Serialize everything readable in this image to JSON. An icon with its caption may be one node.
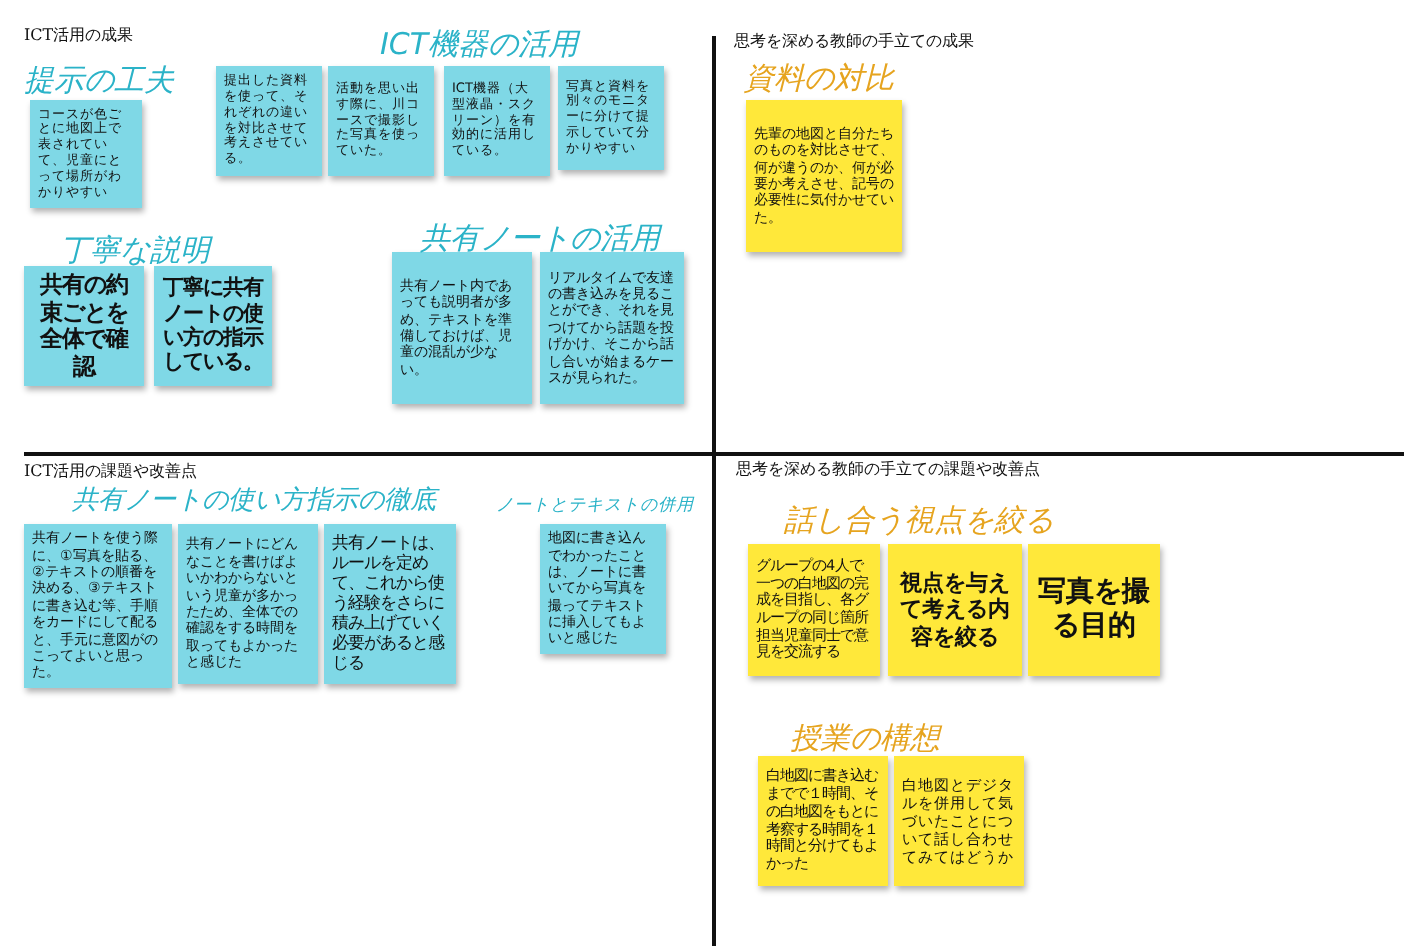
{
  "diagram": {
    "nodes": [
      {
        "text": [
          "コースが色ごとに地図上で表されていて、児童にとって場所がわかりやすい"
        ]
      },
      {
        "text": [
          "提出した資料を使って、それぞれの違いを対比させて考えさせている。"
        ]
      },
      {
        "text": [
          "活動を思い出す際に、川コースで撮影した写真を使っていた。"
        ]
      },
      {
        "text": [
          "ICT機器（大型液晶・スクリーン）を有効的に活用している。"
        ]
      },
      {
        "text": [
          "写真と資料を別々のモニターに分けて提示していて分かりやすい"
        ]
      },
      {
        "text": [
          "共有の約束ごとを全体で確認"
        ]
      },
      {
        "text": [
          "丁寧に共有ノートの使い方の指示している。"
        ]
      },
      {
        "text": [
          "共有ノート内であっても説明者が多め、テキストを準備しておけば、児童の混乱が少ない。"
        ]
      },
      {
        "text": [
          "リアルタイムで友達の書き込みを見ることができ、それを見つけてから話題を投げかけ、そこから話し合いが始まるケースが見られた。"
        ]
      },
      {
        "text": [
          "先輩の地図と自分たちのものを対比させて、何が違うのか、何が必要か考えさせ、記号の必要性に気付かせていた。"
        ]
      },
      {
        "text": [
          "共有ノートを使う際に、①写真を貼る、②テキストの順番を決める、③テキストに書き込む等、手順をカードにして配ると、手元に意図がのこってよいと思った。"
        ]
      },
      {
        "text": [
          "共有ノートにどんなことを書けばよいかわからないという児童が多かったため、全体での確認をする時間を取ってもよかったと感じた"
        ]
      },
      {
        "text": [
          "共有ノートは、ルールを定めて、これから使う経験をさらに積み上げていく必要があると感じる"
        ]
      },
      {
        "text": [
          "地図に書き込んでわかったことは、ノートに書いてから写真を撮ってテキストに挿入してもよいと感じた"
        ]
      },
      {
        "text": [
          "グループの4人で一つの白地図の完成を目指し、各グループの同じ箇所担当児童同士で意見を交流する"
        ]
      },
      {
        "text": [
          "視点を与えて考える内容を絞る"
        ]
      },
      {
        "text": [
          "写真を撮る目的"
        ]
      },
      {
        "text": [
          "白地図に書き込むまでで１時間、その白地図をもとに考察する時間を１時間と分けてもよかった"
        ]
      },
      {
        "text": [
          "白地図とデジタルを併用して気づいたことについて話し合わせてみてはどうか"
        ]
      }
    ],
    "labels": [
      "ICT活用の成果",
      "ICT機器の活用",
      "提示の工夫",
      "丁寧な説明",
      "共有ノートの活用",
      "思考を深める教師の手立ての成果",
      "資料の対比",
      "ICT活用の課題や改善点",
      "共有ノートの使い方指示の徹底",
      "ノートとテキストの併用",
      "思考を深める教師の手立ての課題や改善点",
      "話し合う視点を絞る",
      "授業の構想"
    ]
  }
}
